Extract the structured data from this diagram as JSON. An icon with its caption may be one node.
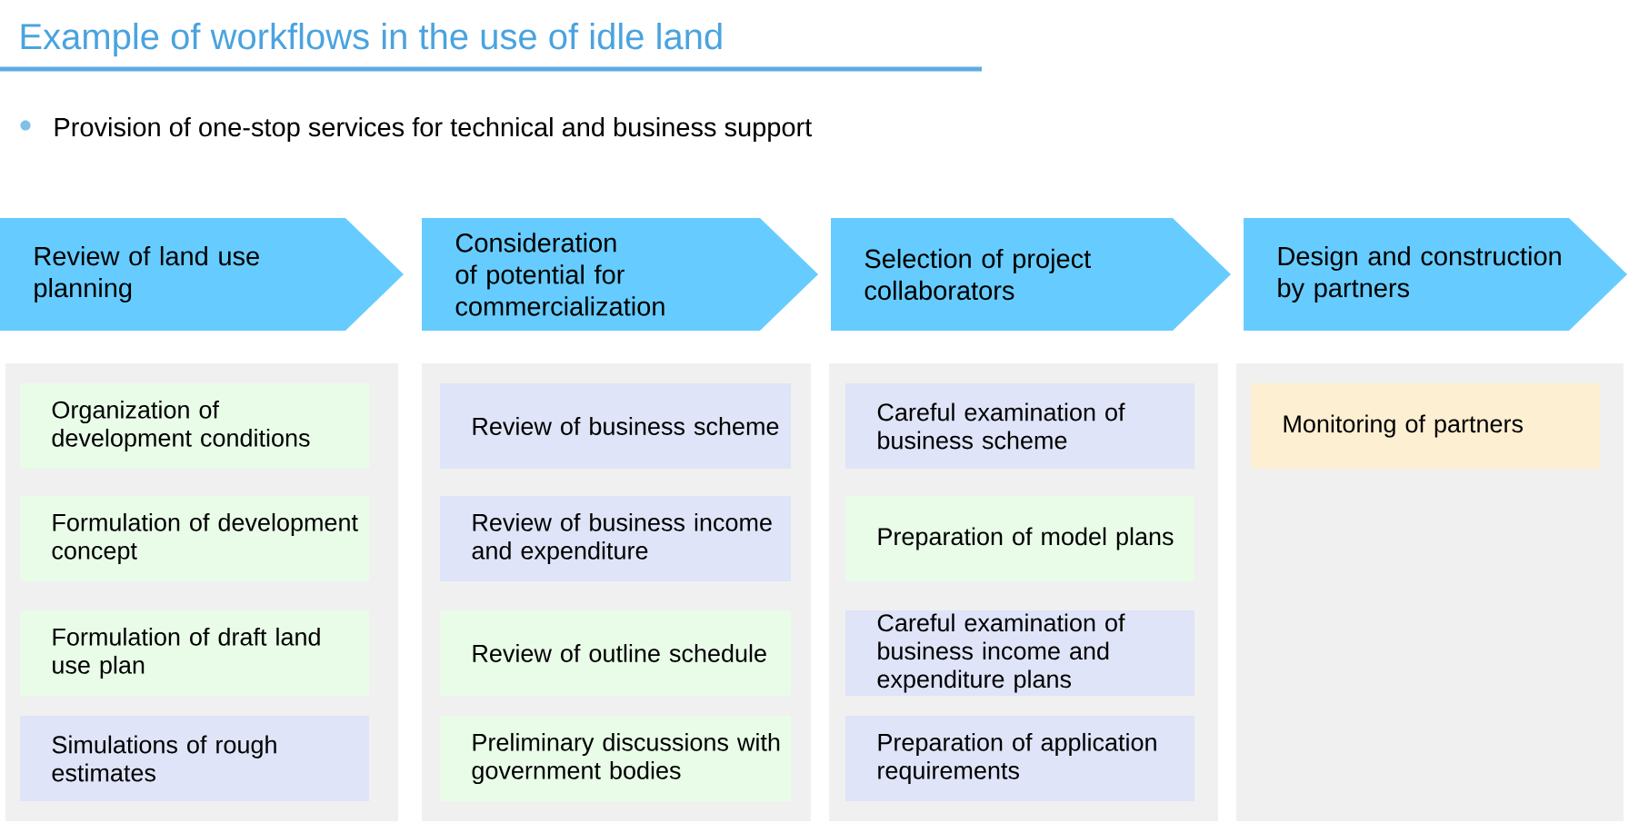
{
  "diagram": {
    "title": "Example of workflows in the use of idle land",
    "nodes": [
      {
        "text": [
          "Review of land use planning"
        ]
      },
      {
        "text": [
          "Consideration of potential for commercialization"
        ]
      },
      {
        "text": [
          "Selection of project collaborators"
        ]
      },
      {
        "text": [
          "Design and construction by partners"
        ]
      },
      {
        "text": [],
        "shape": "box"
      },
      {
        "text": [
          "Organization of development conditions"
        ],
        "in": 4
      },
      {
        "text": [
          "Formulation of development concept"
        ],
        "in": 4
      },
      {
        "text": [
          "Formulation of draft land use plan"
        ],
        "in": 4
      },
      {
        "text": [
          "Simulations of rough estimates"
        ],
        "in": 4
      },
      {
        "text": [],
        "shape": "box"
      },
      {
        "text": [
          "Review of business scheme"
        ],
        "in": 9
      },
      {
        "text": [
          "Review of business income and expenditure"
        ],
        "in": 9
      },
      {
        "text": [
          "Review of outline schedule"
        ],
        "in": 9
      },
      {
        "text": [
          "Preliminary discussions with government bodies"
        ],
        "in": 9
      },
      {
        "text": [],
        "shape": "box"
      },
      {
        "text": [
          "Careful examination of business scheme"
        ],
        "in": 14
      },
      {
        "text": [
          "Preparation of model plans"
        ],
        "in": 14
      },
      {
        "text": [
          "Careful examination of business income and expenditure plans"
        ],
        "in": 14
      },
      {
        "text": [
          "Preparation of application requirements"
        ],
        "in": 14
      },
      {
        "text": [],
        "shape": "box"
      },
      {
        "text": [
          "Monitoring of partners"
        ],
        "in": 19
      }
    ],
    "labels": [
      "Provision of one-stop services for technical and business support"
    ]
  }
}
